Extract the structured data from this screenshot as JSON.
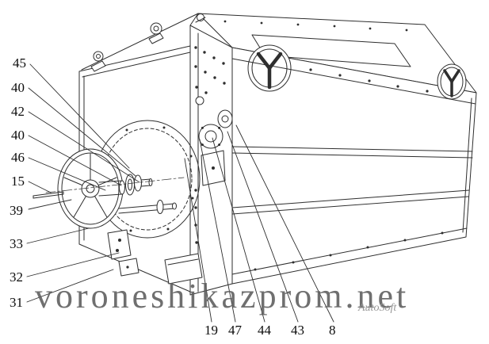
{
  "figure": {
    "type": "technical-diagram",
    "subject": "industrial machine housing with drive pulley assembly, exploded part callouts",
    "colors": {
      "background": "#ffffff",
      "line": "#2e2e2e",
      "watermark": "#5c5c5c"
    },
    "callouts_left": [
      {
        "label": "45"
      },
      {
        "label": "40"
      },
      {
        "label": "42"
      },
      {
        "label": "40"
      },
      {
        "label": "46"
      },
      {
        "label": "15"
      },
      {
        "label": "39"
      },
      {
        "label": "33"
      },
      {
        "label": "32"
      },
      {
        "label": "31"
      }
    ],
    "callouts_bottom": [
      {
        "label": "19"
      },
      {
        "label": "47"
      },
      {
        "label": "44"
      },
      {
        "label": "43"
      },
      {
        "label": "8"
      }
    ],
    "watermark": "voroneshikazprom.net",
    "watermark_secondary": "AutoSoft"
  }
}
